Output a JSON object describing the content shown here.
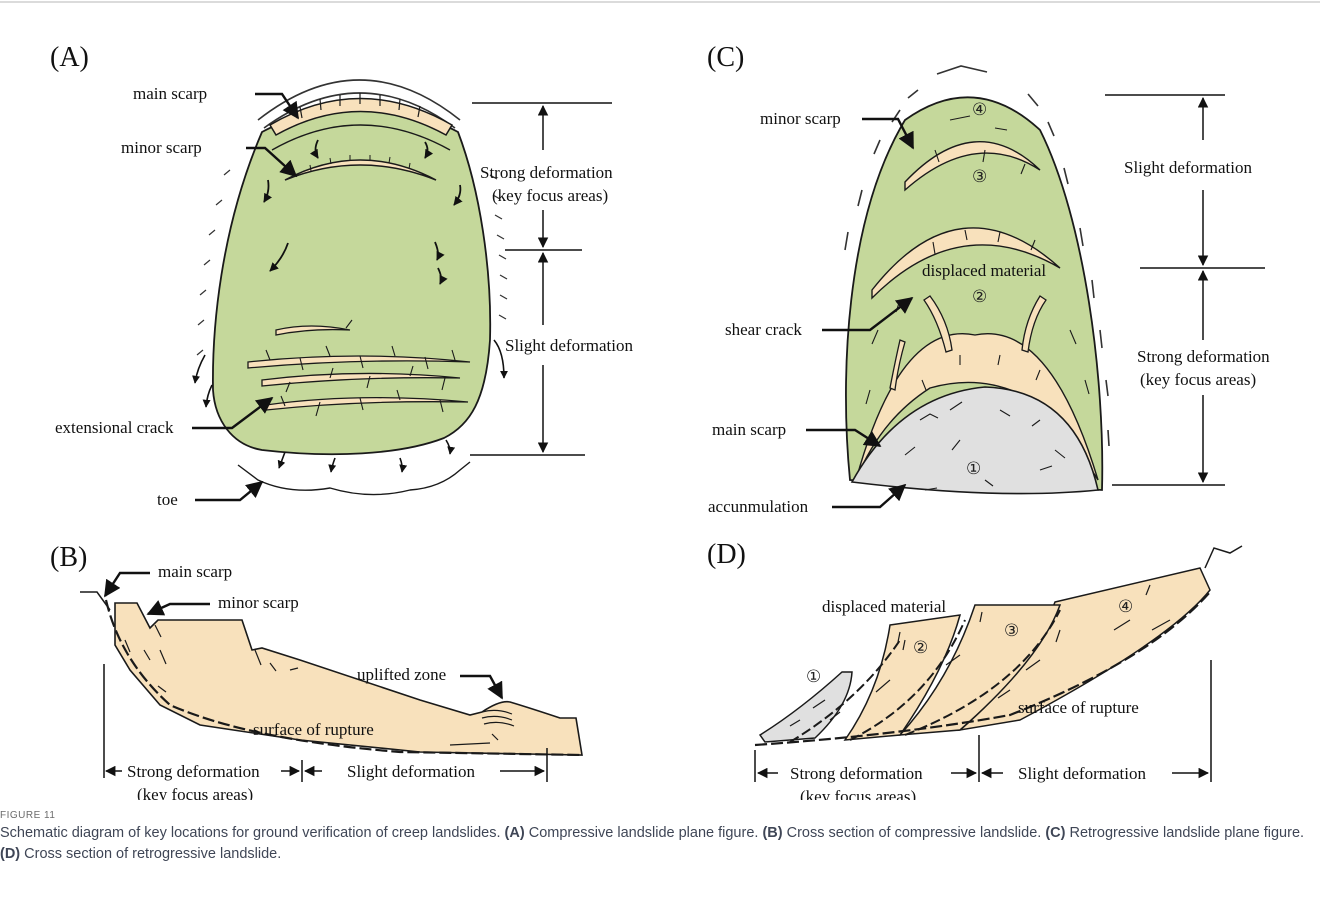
{
  "colors": {
    "landslide_green": "#c5d89b",
    "scarp_tan": "#f8e1bc",
    "accumulation_gray": "#e0e0e0",
    "outline": "#1a1a1a",
    "caption_text": "#3f4656"
  },
  "panels": {
    "A": {
      "letter": "(A)",
      "labels": {
        "main_scarp": "main scarp",
        "minor_scarp": "minor scarp",
        "extensional_crack": "extensional crack",
        "toe": "toe",
        "strong_line1": "Strong deformation",
        "strong_line2": "(key focus areas)",
        "slight": "Slight deformation"
      }
    },
    "B": {
      "letter": "(B)",
      "labels": {
        "main_scarp": "main scarp",
        "minor_scarp": "minor scarp",
        "uplifted_zone": "uplifted zone",
        "surface_of_rupture": "surface of rupture",
        "strong_line1": "Strong deformation",
        "strong_line2": "(key focus areas)",
        "slight": "Slight deformation"
      }
    },
    "C": {
      "letter": "(C)",
      "labels": {
        "minor_scarp": "minor scarp",
        "shear_crack": "shear crack",
        "main_scarp": "main scarp",
        "accumulation": "accunmulation",
        "displaced_material": "displaced material",
        "slight": "Slight deformation",
        "strong_line1": "Strong deformation",
        "strong_line2": "(key focus areas)"
      },
      "numbers": [
        "④",
        "③",
        "②",
        "①"
      ]
    },
    "D": {
      "letter": "(D)",
      "labels": {
        "displaced_material": "displaced material",
        "surface_of_rupture": "surface of rupture",
        "strong_line1": "Strong deformation",
        "strong_line2": "(key focus areas)",
        "slight": "Slight deformation"
      },
      "numbers": [
        "①",
        "②",
        "③",
        "④"
      ]
    }
  },
  "caption": {
    "label": "FIGURE 11",
    "intro": "Schematic diagram of key locations for ground verification of creep landslides. ",
    "parts": [
      {
        "tag": "(A)",
        "text": " Compressive landslide plane figure. "
      },
      {
        "tag": "(B)",
        "text": " Cross section of compressive landslide. "
      },
      {
        "tag": "(C)",
        "text": " Retrogressive landslide plane figure. "
      },
      {
        "tag": "(D)",
        "text": " Cross section of retrogressive landslide."
      }
    ]
  }
}
